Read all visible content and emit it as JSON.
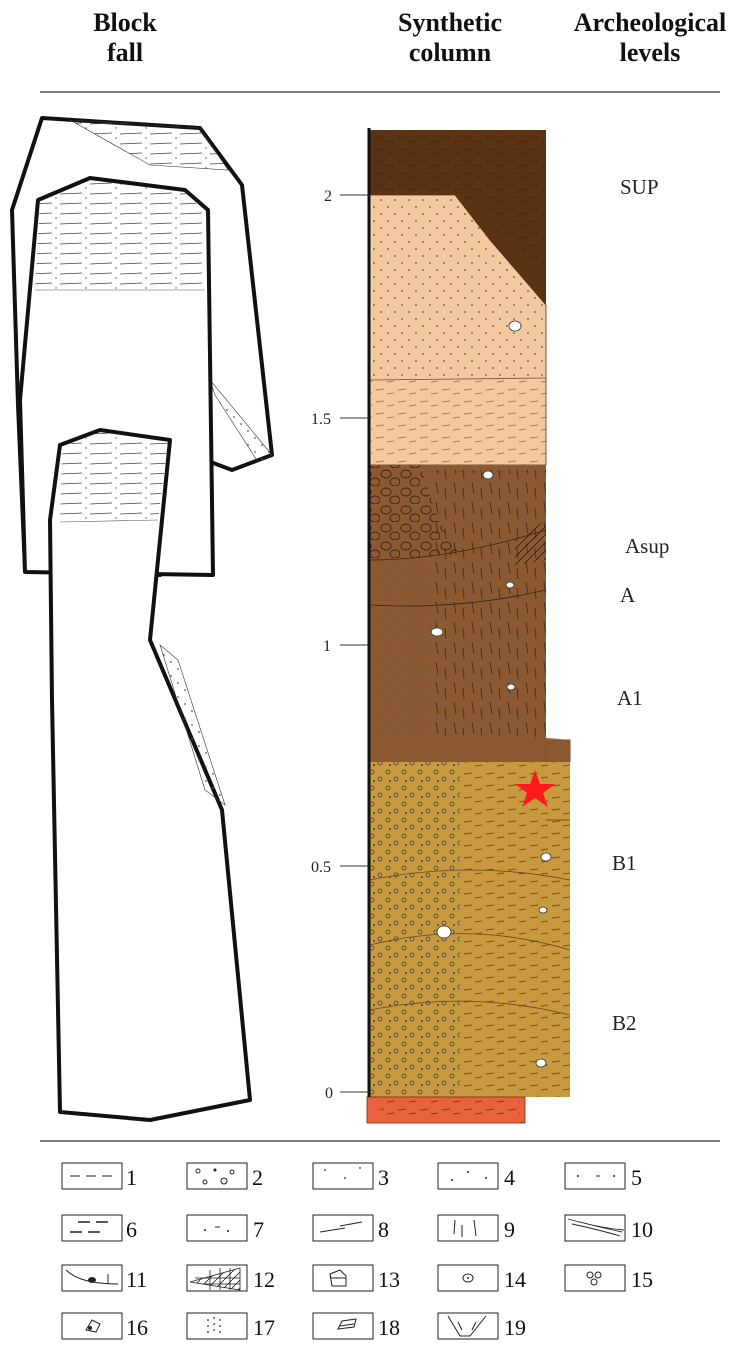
{
  "headers": {
    "block_fall": [
      "Block",
      "fall"
    ],
    "synthetic_column": [
      "Synthetic",
      "column"
    ],
    "archeological_levels": [
      "Archeological",
      "levels"
    ]
  },
  "depth_axis": {
    "ticks": [
      "2",
      "1.5",
      "1",
      "0.5",
      "0"
    ]
  },
  "levels": [
    "SUP",
    "Asup",
    "A",
    "A1",
    "B1",
    "B2"
  ],
  "legend": [
    "1",
    "2",
    "3",
    "4",
    "5",
    "6",
    "7",
    "8",
    "9",
    "10",
    "11",
    "12",
    "13",
    "14",
    "15",
    "16",
    "17",
    "18",
    "19"
  ],
  "colors": {
    "dark_brown": "#5a3214",
    "light_tan": "#f5c9a0",
    "mid_brown": "#8b5a32",
    "ochre": "#c9993f",
    "red_base": "#e8633c",
    "star": "#ff1a1a"
  }
}
